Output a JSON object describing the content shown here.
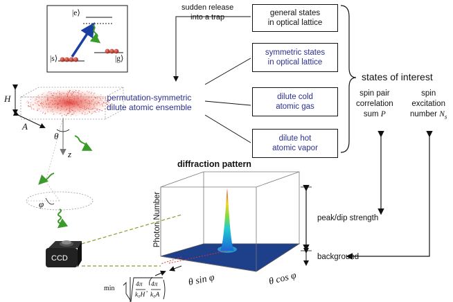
{
  "inset": {
    "level_e": "|e⟩",
    "level_s": "|s⟩",
    "level_g": "|g⟩"
  },
  "labels": {
    "sudden_release": "sudden release\ninto a trap",
    "ensemble": "permutation-symmetric\ndilute atomic ensemble",
    "states_of_interest": "states of interest",
    "spin_pair": "spin pair\ncorrelation",
    "spin_pair_sum": "sum ",
    "spin_pair_symbol": "P",
    "spin_exc": "spin\nexcitation",
    "spin_exc_number": "number ",
    "spin_exc_symbol": "N",
    "spin_exc_sub": "s",
    "diffraction_title": "diffraction pattern",
    "photon_number": "Photon Number",
    "peak_dip": "peak/dip strength",
    "background": "background",
    "ccd": "CCD",
    "H": "H",
    "A": "A",
    "theta": "θ",
    "z": "z",
    "phi": "φ",
    "axis_x": "θ sin φ",
    "axis_y": "θ cos φ",
    "formula_min": "min",
    "formula_num": "4π",
    "formula_den1": "k₀H",
    "formula_den2": "k₀A"
  },
  "boxes": {
    "general": "general states\nin optical lattice",
    "symmetric": "symmetric states\nin optical lattice",
    "cold": "dilute cold\natomic gas",
    "hot": "dilute hot\natomic vapor"
  },
  "colors": {
    "blue_text": "#2a2f8f",
    "green_photon": "#3a9a2a",
    "red_atoms": "#d93b3b",
    "plane_blue": "#1e3f8a"
  }
}
